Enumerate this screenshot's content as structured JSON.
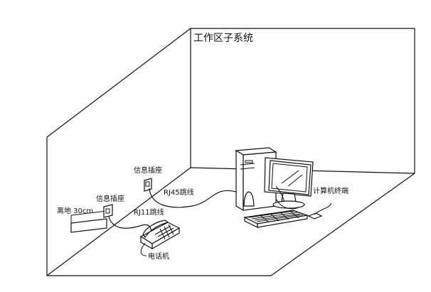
{
  "title": "工作区子系统",
  "labels": {
    "outlet_top": "信息插座",
    "outlet_left": "信息插座",
    "floor_height": "离地 30cm",
    "rj45": "RJ45跳线",
    "rj11": "RJ11跳线",
    "phone": "电话机",
    "computer": "计算机终端"
  },
  "colors": {
    "line": "#111111",
    "background": "#ffffff"
  },
  "icons": [
    "info-outlet-icon",
    "telephone-icon",
    "computer-tower-icon",
    "monitor-icon",
    "keyboard-icon",
    "mouse-icon"
  ]
}
